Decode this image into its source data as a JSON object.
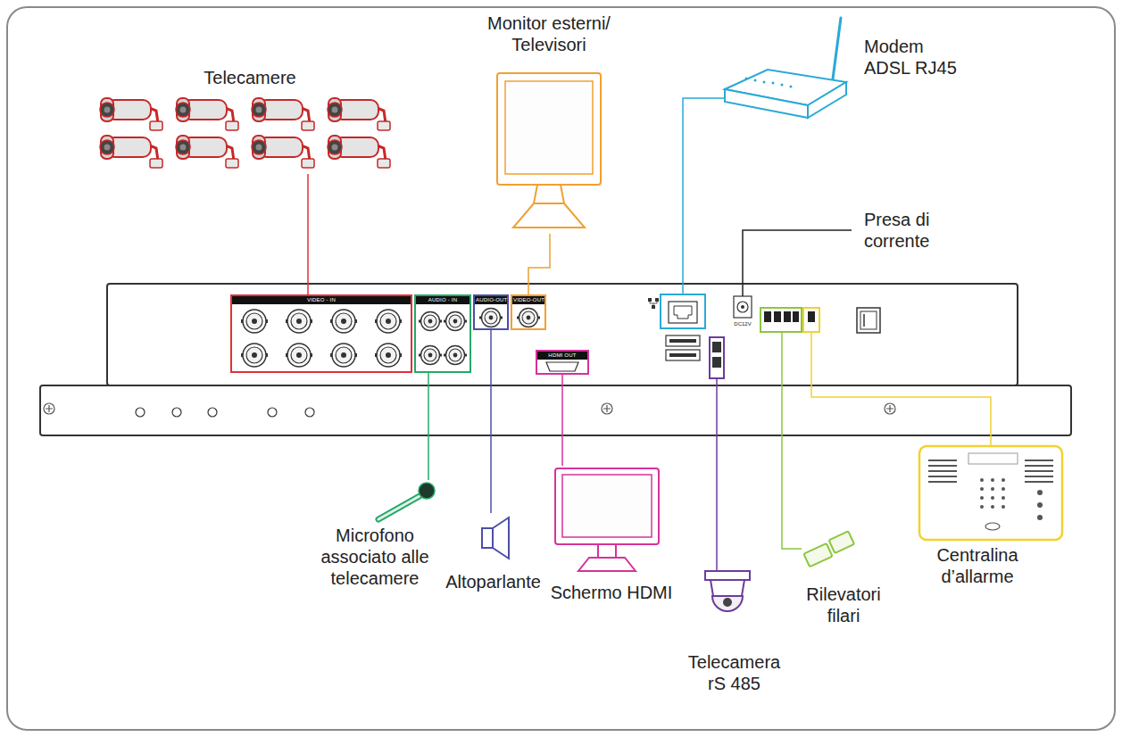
{
  "diagram": {
    "nodes": [
      {
        "text": [
          "Telecamere"
        ]
      },
      {
        "text": [
          "Monitor esterni/ Televisori"
        ]
      },
      {
        "text": [
          "Modem ADSL RJ45"
        ]
      },
      {
        "text": [
          "Presa di corrente"
        ]
      },
      {
        "text": [
          "VIDEO - IN"
        ]
      },
      {
        "text": [
          "AUDIO - IN"
        ]
      },
      {
        "text": [
          "AUDIO-OUT"
        ]
      },
      {
        "text": [
          "VIDEO-OUT"
        ]
      },
      {
        "text": [
          "HDMI OUT"
        ]
      },
      {
        "text": [
          "Microfono associato alle telecamere"
        ]
      },
      {
        "text": [
          "Altoparlante"
        ]
      },
      {
        "text": [
          "Schermo HDMI"
        ]
      },
      {
        "text": [
          "Telecamera rS 485"
        ]
      },
      {
        "text": [
          "Rilevatori filari"
        ]
      },
      {
        "text": [
          "Centralina d’allarme"
        ]
      }
    ],
    "edges": [
      {
        "from": 0,
        "to": 4,
        "arrow": "none"
      },
      {
        "from": 1,
        "to": 7,
        "arrow": "none"
      },
      {
        "from": 9,
        "to": 5,
        "arrow": "none"
      },
      {
        "from": 10,
        "to": 6,
        "arrow": "none"
      },
      {
        "from": 11,
        "to": 8,
        "arrow": "none"
      }
    ],
    "labels": [
      "DC12V"
    ]
  }
}
